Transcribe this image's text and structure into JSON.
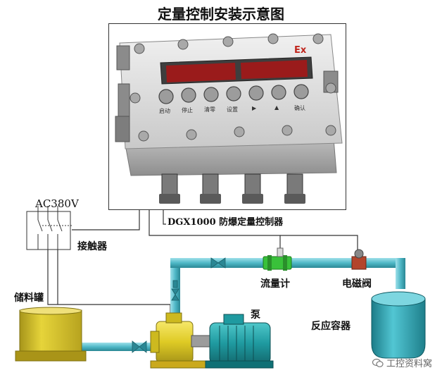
{
  "title": "定量控制安装示意图",
  "labels": {
    "ac": "AC380V",
    "contactor": "接触器",
    "controller": "DGX1000 防爆定量控制器",
    "flowmeter": "流量计",
    "valve": "电磁阀",
    "tank": "储料罐",
    "pump": "泵",
    "reactor": "反应容器"
  },
  "panel": {
    "ex_mark": "Ex",
    "buttons": [
      "启动",
      "停止",
      "清零",
      "设置",
      "▶",
      "▲",
      "确认"
    ]
  },
  "watermark": {
    "icon": "wechat-icon",
    "text": "工控资料窝"
  },
  "colors": {
    "pipe": "#5fc1cf",
    "pipe_dark": "#2f8f9c",
    "tank": "#d8c42a",
    "pump_yellow": "#e3d12b",
    "motor": "#2aa5a9",
    "reactor": "#2ea8b6",
    "panel": "#e6e6e6",
    "display": "#9a1b1b",
    "flowmeter": "#39c13a",
    "valve": "#b3452c"
  }
}
